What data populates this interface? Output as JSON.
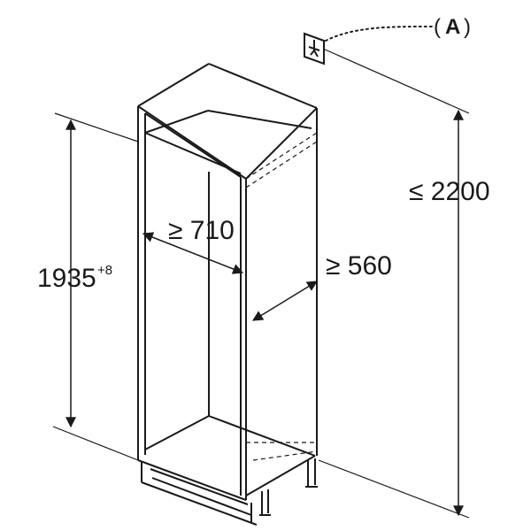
{
  "diagram": {
    "label_outlet": "A",
    "outlet_paren_open": "(",
    "outlet_paren_close": ")",
    "dim_depth": "≥ 710",
    "dim_width": "≥ 560",
    "dim_niche_height": "1935",
    "dim_niche_height_tolerance": "+8",
    "dim_total_height": "≤ 2200",
    "colors": {
      "line": "#1a1a1a",
      "background": "#ffffff"
    },
    "icons": [
      "power-socket-icon"
    ]
  }
}
